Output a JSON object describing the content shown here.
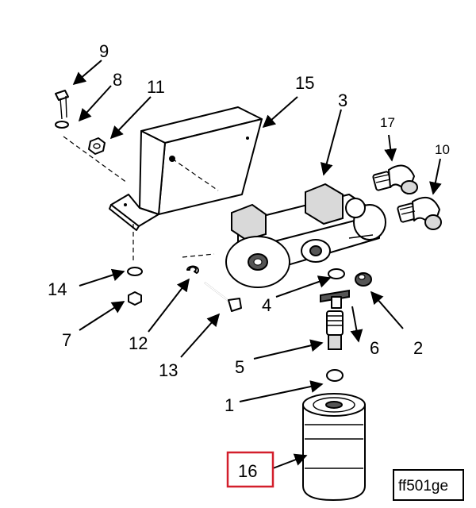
{
  "figure_ref": "ff501ge",
  "highlight_color": "#d31f2c",
  "callouts": [
    {
      "id": "1",
      "label": "1"
    },
    {
      "id": "2",
      "label": "2"
    },
    {
      "id": "3",
      "label": "3"
    },
    {
      "id": "4",
      "label": "4"
    },
    {
      "id": "5",
      "label": "5"
    },
    {
      "id": "6",
      "label": "6"
    },
    {
      "id": "7",
      "label": "7"
    },
    {
      "id": "8",
      "label": "8"
    },
    {
      "id": "9",
      "label": "9"
    },
    {
      "id": "10",
      "label": "10"
    },
    {
      "id": "11",
      "label": "11"
    },
    {
      "id": "12",
      "label": "12"
    },
    {
      "id": "13",
      "label": "13"
    },
    {
      "id": "14",
      "label": "14"
    },
    {
      "id": "15",
      "label": "15"
    },
    {
      "id": "16",
      "label": "16"
    },
    {
      "id": "17",
      "label": "17"
    }
  ],
  "highlighted_callout": "16"
}
